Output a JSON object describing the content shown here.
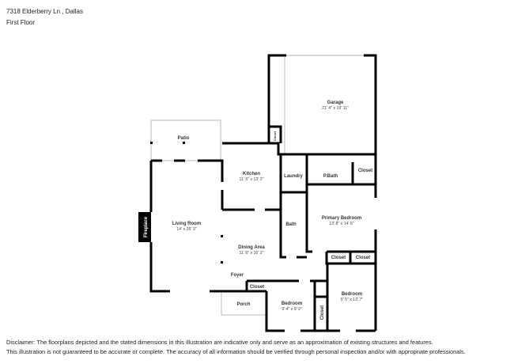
{
  "header": {
    "address": "7318 Elderberry Ln , Dallas",
    "floor": "First Floor"
  },
  "rooms": {
    "garage": {
      "name": "Garage",
      "dims": "21' 4\" x 19' 11\""
    },
    "patio": {
      "name": "Patio"
    },
    "kitchen": {
      "name": "Kitchen",
      "dims": "11' 6\" x 13' 2\""
    },
    "laundry": {
      "name": "Laundry"
    },
    "pbath": {
      "name": "P.Bath"
    },
    "closet_pbath": {
      "name": "Closet"
    },
    "primary": {
      "name": "Primary Bedroom",
      "dims": "13' 8\" x 14' 6\""
    },
    "bath": {
      "name": "Bath"
    },
    "living": {
      "name": "Living Room",
      "dims": "14' x 26' 3\""
    },
    "fireplace": {
      "name": "Fireplace"
    },
    "dining": {
      "name": "Dining Area",
      "dims": "11' 6\" x 16' 2\""
    },
    "foyer": {
      "name": "Foyer"
    },
    "closet_foyer": {
      "name": "Closet"
    },
    "porch": {
      "name": "Porch"
    },
    "bedroom2": {
      "name": "Bedroom",
      "dims": "9' 4\" x 9' 9\""
    },
    "bedroom3": {
      "name": "Bedroom",
      "dims": "9' 5\" x 13' 7\""
    },
    "closet_a": {
      "name": "Closet"
    },
    "closet_b": {
      "name": "Closet"
    },
    "closet_c": {
      "name": "Closet"
    },
    "closet_garage": {
      "name": "Closet"
    }
  },
  "disclaimer": {
    "line1": "Disclaimer: The floorplans depicted and the stated dimensions in this illustration are indicative only and serve as an approximation of existing structures and features.",
    "line2": "This illustration is not guaranteed to be accurate or complete. The accuracy of all information should be verified through personal inspection and/or with appropriate professionals."
  }
}
